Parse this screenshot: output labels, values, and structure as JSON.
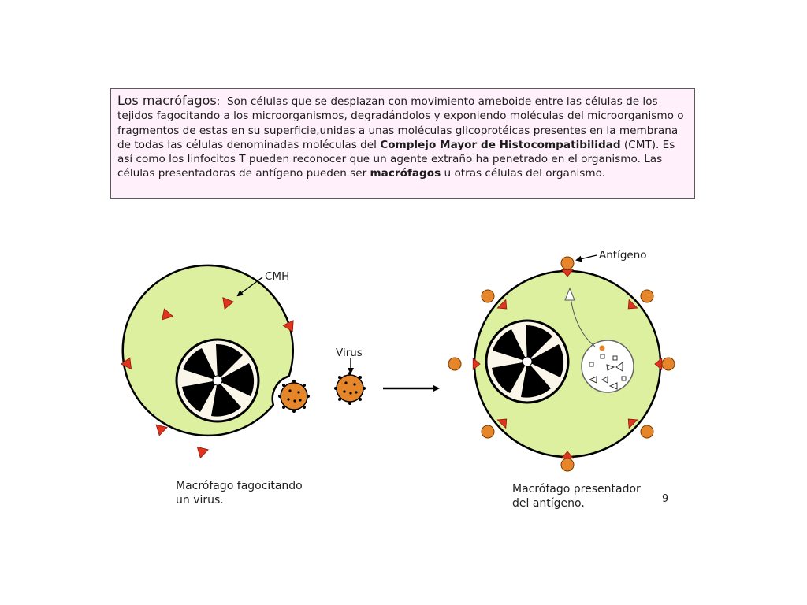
{
  "info_box": {
    "title": "Los macrófagos",
    "colon": ":",
    "intro": "Son células que se desplazan con movimiento ameboide entre las células de los tejidos  fagocitando a los microorganismos, degradándolos y exponiendo moléculas del microorganismo o fragmentos de estas en su superficie,unidas a unas moléculas glicoprotéicas presentes en la membrana de todas las células denominadas moléculas del ",
    "bold_term": "Complejo Mayor de Histocompatibilidad",
    "middle": " (CMT). Es así como los linfocitos T pueden reconocer que un agente extraño ha penetrado en el organismo. Las células presentadoras de antígeno pueden ser ",
    "bold_end": "macrófagos",
    "end": " u otras células del organismo."
  },
  "labels": {
    "cmh": "CMH",
    "virus": "Virus",
    "antigen": "Antígeno"
  },
  "captions": {
    "left_line1": "Macrófago fagocitando",
    "left_line2": "un virus.",
    "right_line1": "Macrófago presentador",
    "right_line2": "del antígeno."
  },
  "page_number": "9",
  "colors": {
    "cell_fill": "#dcf0a0",
    "outline": "#000000",
    "receptor": "#e0341e",
    "virus": "#e5862a",
    "box_bg": "#fff0fb"
  }
}
